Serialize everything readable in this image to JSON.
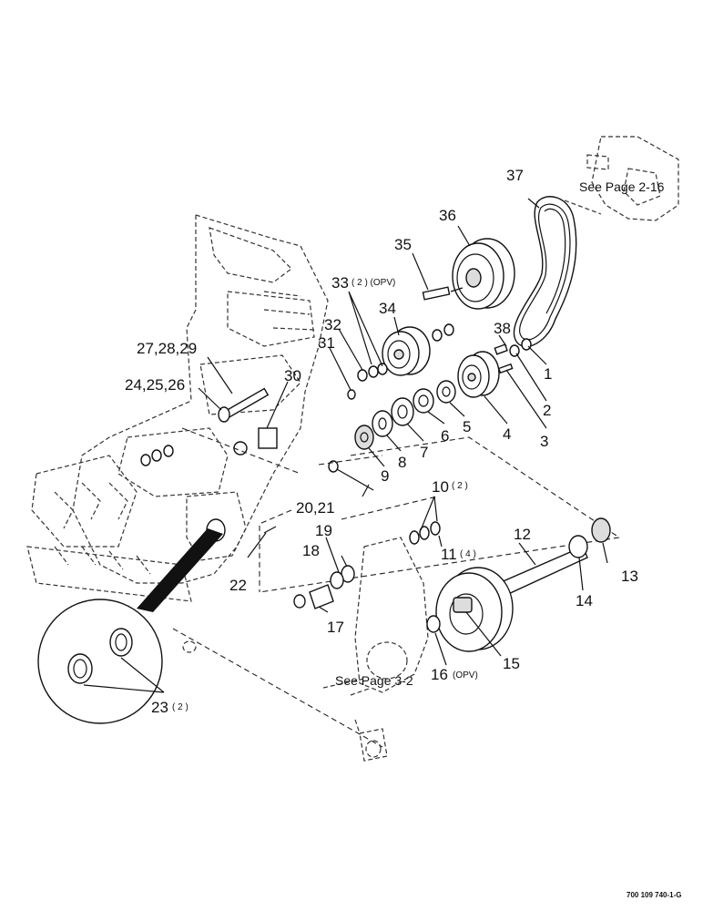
{
  "callouts": {
    "c1": "1",
    "c2": "2",
    "c3": "3",
    "c4": "4",
    "c5": "5",
    "c6": "6",
    "c7": "7",
    "c8": "8",
    "c9": "9",
    "c10": "10",
    "c10q": "( 2 )",
    "c11": "11",
    "c11q": "( 4 )",
    "c12": "12",
    "c13": "13",
    "c14": "14",
    "c15": "15",
    "c16": "16",
    "c16q": "(OPV)",
    "c17": "17",
    "c18": "18",
    "c19": "19",
    "c20_21": "20,21",
    "c22": "22",
    "c23": "23",
    "c23q": "( 2 )",
    "c24_26": "24,25,26",
    "c27_29": "27,28,29",
    "c30": "30",
    "c31": "31",
    "c32": "32",
    "c33": "33",
    "c33q": "( 2 ) (OPV)",
    "c34": "34",
    "c35": "35",
    "c36": "36",
    "c37": "37",
    "c38": "38"
  },
  "references": {
    "page_2_16": "See Page 2-16",
    "page_3_2": "See Page 3-2"
  },
  "drawing_code": "700 109 740-1-G"
}
